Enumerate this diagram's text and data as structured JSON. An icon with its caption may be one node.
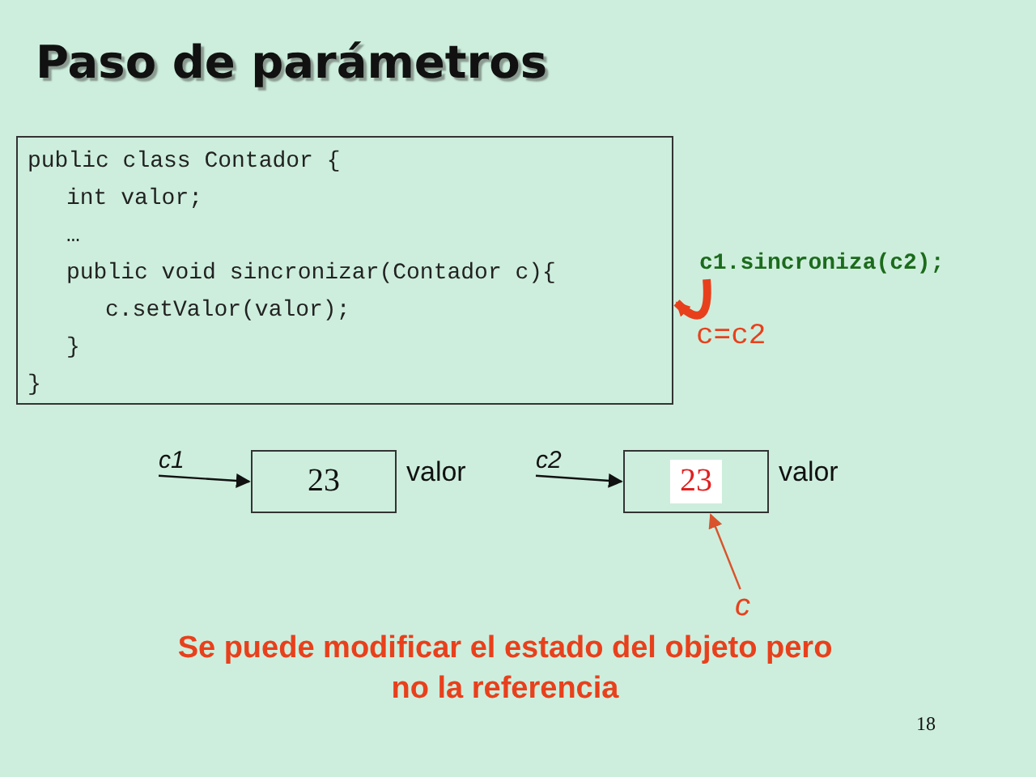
{
  "diagram": {
    "title": "Paso de parámetros",
    "nodes": [
      {
        "text": [
          "public class Contador {",
          "int valor;",
          "…",
          "public void sincronizar(Contador c){",
          "c.setValor(valor);",
          "}",
          "}"
        ]
      },
      {
        "text": [
          "c1.sincroniza(c2);"
        ]
      },
      {
        "text": [
          "c1"
        ]
      },
      {
        "text": [
          "23"
        ],
        "beside": [
          "valor"
        ]
      },
      {
        "text": [
          "c2"
        ]
      },
      {
        "text": [
          "23"
        ],
        "beside": [
          "valor"
        ]
      },
      {
        "text": [
          "c"
        ]
      }
    ],
    "edges": [
      {
        "from": 1,
        "to": 0,
        "arrow": "to",
        "label": "c=c2",
        "style": "thick",
        "color": "#e8401c"
      },
      {
        "from": 2,
        "to": 3,
        "arrow": "to"
      },
      {
        "from": 4,
        "to": 5,
        "arrow": "to"
      },
      {
        "from": 6,
        "to": 5,
        "arrow": "to",
        "color": "#d9532c"
      }
    ],
    "labels": [
      "Se puede modificar el estado del objeto pero no la referencia",
      "18"
    ]
  }
}
